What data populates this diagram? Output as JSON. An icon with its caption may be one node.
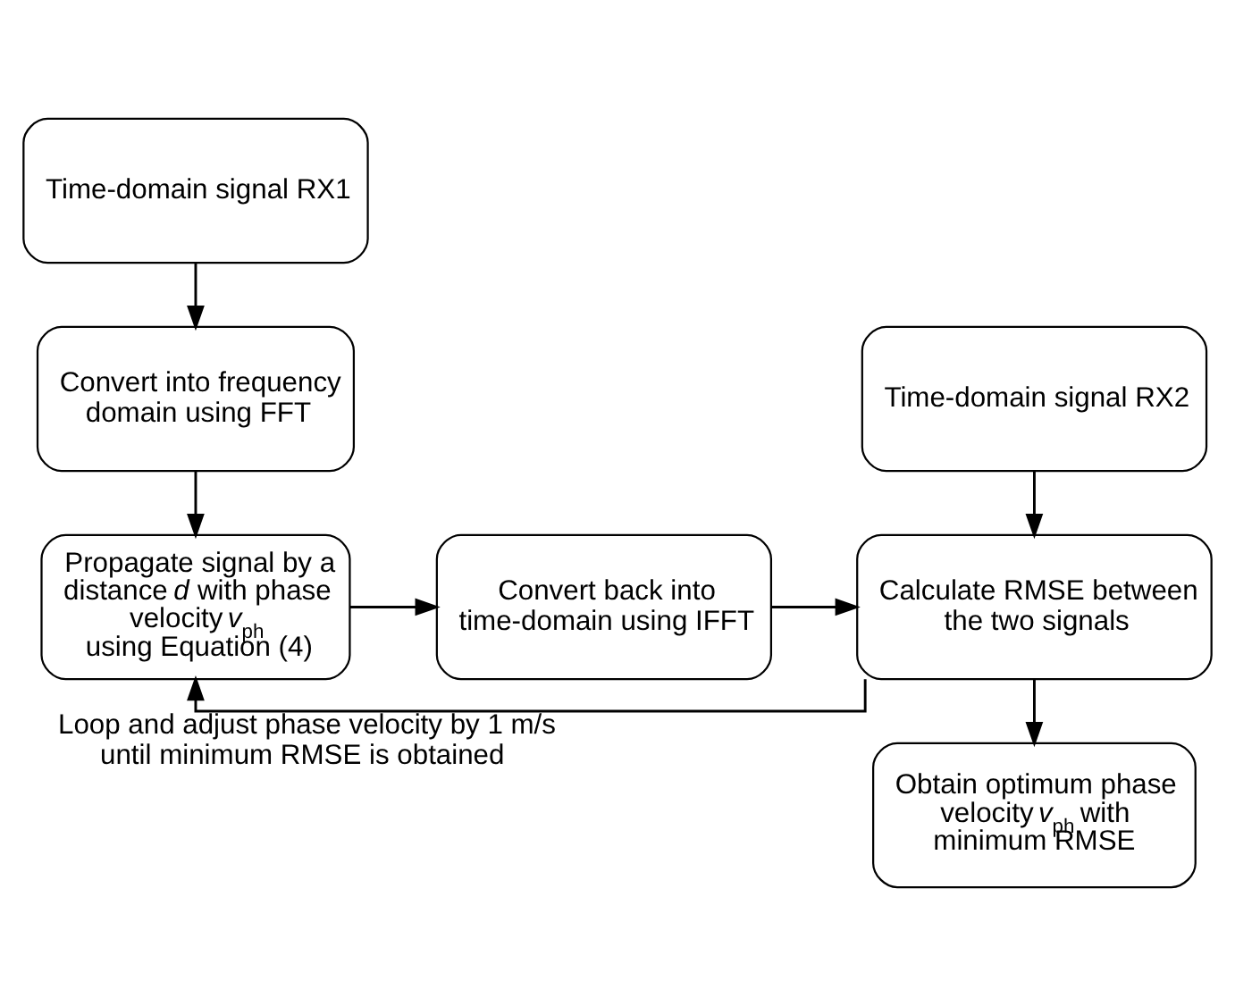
{
  "diagram": {
    "nodes": [
      {
        "text": [
          "Time-domain signal RX1"
        ]
      },
      {
        "text": [
          "Convert into frequency domain using FFT"
        ]
      },
      {
        "text": [
          "Propagate signal by a distance *d* with phase velocity *v*$_{ph}$ using Equation (4)"
        ]
      },
      {
        "text": [
          "Convert back into time-domain using IFFT"
        ]
      },
      {
        "text": [
          "Time-domain signal RX2"
        ]
      },
      {
        "text": [
          "Calculate RMSE between the two signals"
        ]
      },
      {
        "text": [
          "Obtain optimum phase velocity *v*$_{ph}$ with minimum RMSE"
        ]
      }
    ],
    "edges": [
      {
        "from": 0,
        "to": 1,
        "arrow": "to"
      },
      {
        "from": 1,
        "to": 2,
        "arrow": "to"
      },
      {
        "from": 2,
        "to": 3,
        "arrow": "to"
      },
      {
        "from": 3,
        "to": 5,
        "arrow": "to"
      },
      {
        "from": 4,
        "to": 5,
        "arrow": "to"
      },
      {
        "from": 5,
        "to": 2,
        "arrow": "to",
        "label": "Loop and adjust phase velocity by 1 m/s until minimum RMSE is obtained"
      },
      {
        "from": 5,
        "to": 6,
        "arrow": "to"
      }
    ]
  }
}
